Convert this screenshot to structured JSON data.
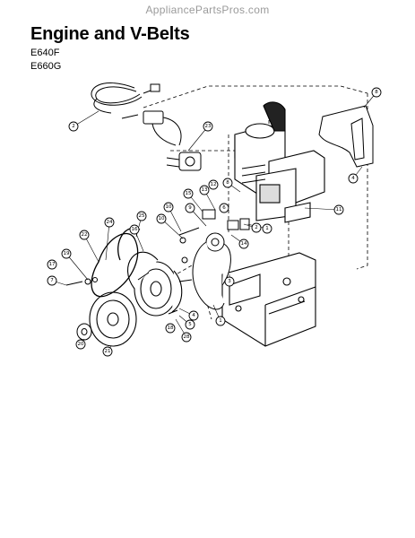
{
  "watermark": "AppliancePartsPros.com",
  "title": "Engine and V-Belts",
  "models": [
    "E640F",
    "E660G"
  ],
  "callouts": [
    "8",
    "2",
    "23",
    "4",
    "8",
    "12",
    "13",
    "11",
    "15",
    "1",
    "9",
    "2",
    "10",
    "10",
    "25",
    "24",
    "22",
    "16",
    "14",
    "19",
    "17",
    "7",
    "4",
    "5",
    "28",
    "18",
    "3",
    "1",
    "20",
    "21",
    "6"
  ]
}
